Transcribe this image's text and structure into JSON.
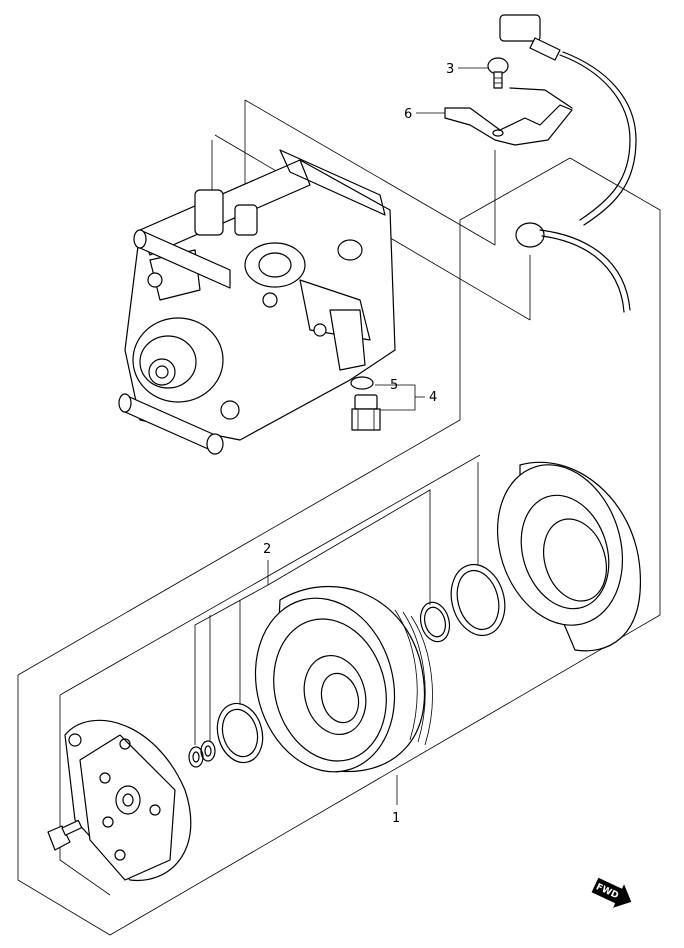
{
  "callouts": {
    "c1": "1",
    "c2": "2",
    "c3": "3",
    "c4": "4",
    "c5": "5",
    "c6": "6"
  },
  "badge": {
    "text": "FWD"
  },
  "colors": {
    "ink": "#000000",
    "paper": "#ffffff"
  }
}
